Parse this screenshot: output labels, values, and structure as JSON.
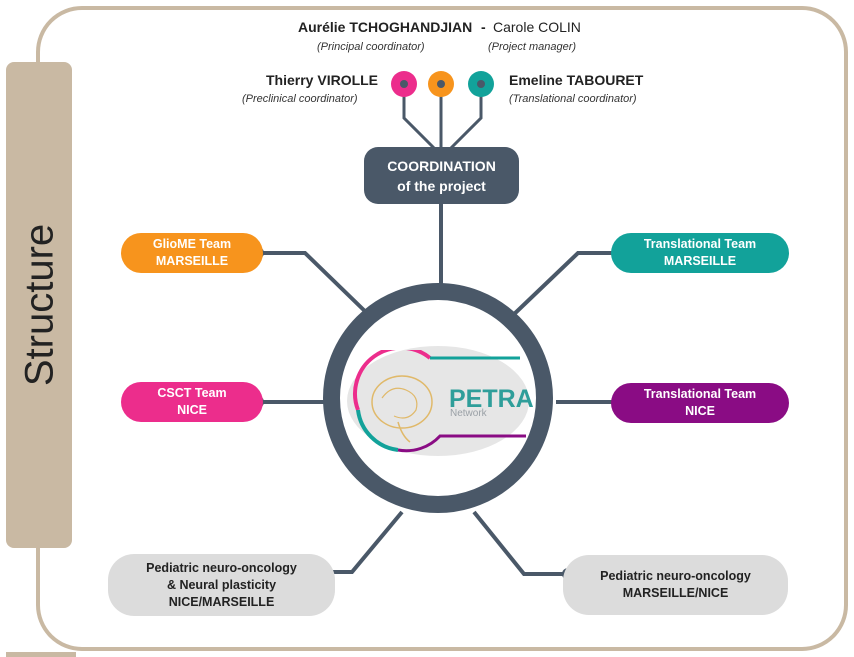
{
  "side_label": "Structure",
  "coordination": {
    "principal": {
      "name": "Aurélie TCHOGHANDJIAN",
      "role": "(Principal coordinator)"
    },
    "separator": "-",
    "manager": {
      "name": "Carole COLIN",
      "role": "(Project manager)"
    },
    "preclinical": {
      "name": "Thierry VIROLLE",
      "role": "(Preclinical coordinator)"
    },
    "translational": {
      "name": "Emeline TABOURET",
      "role": "(Translational coordinator)"
    },
    "box_line1": "COORDINATION",
    "box_line2": "of the project"
  },
  "hub": {
    "title": "PETRA",
    "subtitle": "Network"
  },
  "teams": {
    "gliome": {
      "line1": "GlioME Team",
      "line2": "MARSEILLE",
      "color": "#f7941d"
    },
    "csct": {
      "line1": "CSCT Team",
      "line2": "NICE",
      "color": "#ec2d8c"
    },
    "trans_marseille": {
      "line1": "Translational Team",
      "line2": "MARSEILLE",
      "color": "#12a29a"
    },
    "trans_nice": {
      "line1": "Translational Team",
      "line2": "NICE",
      "color": "#8a0c84"
    },
    "pediatric_left": {
      "line1": "Pediatric neuro-oncology",
      "line2": "& Neural plasticity",
      "line3": "NICE/MARSEILLE"
    },
    "pediatric_right": {
      "line1": "Pediatric neuro-oncology",
      "line2": "MARSEILLE/NICE"
    }
  },
  "colors": {
    "connector": "#4a5868",
    "frame": "#c9b9a3",
    "dot_pink": "#ec2d8c",
    "dot_orange": "#f7941d",
    "dot_teal": "#12a29a"
  }
}
